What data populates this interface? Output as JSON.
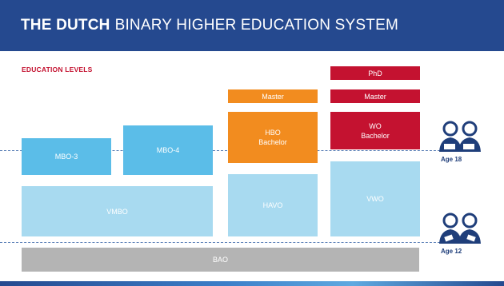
{
  "header": {
    "title_bold": "THE DUTCH",
    "title_rest": "BINARY HIGHER EDUCATION SYSTEM"
  },
  "section_label": "EDUCATION LEVELS",
  "blocks": {
    "mbo3": "MBO-3",
    "mbo4": "MBO-4",
    "vmbo": "VMBO",
    "havo": "HAVO",
    "vwo": "VWO",
    "hbo_master": "Master",
    "hbo_bachelor_line1": "HBO",
    "hbo_bachelor_line2": "Bachelor",
    "wo_phd": "PhD",
    "wo_master": "Master",
    "wo_bachelor_line1": "WO",
    "wo_bachelor_line2": "Bachelor",
    "bao": "BAO"
  },
  "ages": {
    "upper": "Age 18",
    "lower": "Age 12"
  },
  "colors": {
    "header": "#25498f",
    "label_red": "#c41230",
    "mbo": "#5bbde8",
    "secondary": "#a8daf0",
    "hbo": "#f28c1f",
    "wo": "#c41230",
    "bao": "#b4b4b4",
    "icon": "#1f3e7a"
  },
  "icons": [
    "students-icon",
    "students-icon"
  ]
}
